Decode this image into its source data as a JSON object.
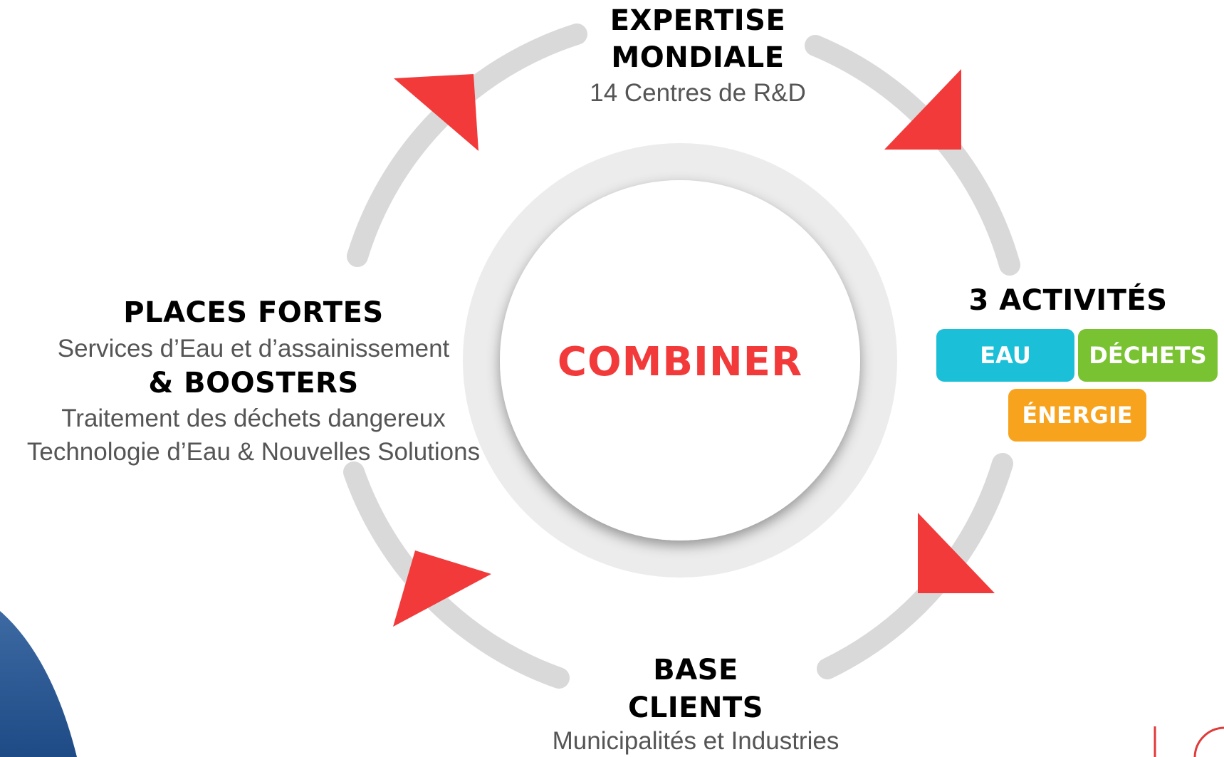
{
  "center": {
    "label": "COMBINER"
  },
  "nodes": {
    "top": {
      "title_line1": "EXPERTISE",
      "title_line2": "MONDIALE",
      "subtitle": "14 Centres de R&D"
    },
    "right": {
      "title": "3 ACTIVITÉS",
      "chips": [
        {
          "label": "EAU",
          "color": "#1cbfd8"
        },
        {
          "label": "DÉCHETS",
          "color": "#79c231"
        },
        {
          "label": "ÉNERGIE",
          "color": "#f8a31e"
        }
      ]
    },
    "bottom": {
      "title_line1": "BASE",
      "title_line2": "CLIENTS",
      "subtitle": "Municipalités et Industries"
    },
    "left": {
      "title1": "PLACES FORTES",
      "subtitle1": "Services d’Eau et d’assainissement",
      "title2": "& BOOSTERS",
      "subtitle2_line1": "Traitement des déchets dangereux",
      "subtitle2_line2": "Technologie d’Eau & Nouvelles Solutions"
    }
  },
  "colors": {
    "accent_red": "#f23a3a",
    "ring_gray": "#d9d9d9",
    "inner_ring": "#ececec",
    "corner_blue": "#2a5a95",
    "title_black": "#000000",
    "subtitle_gray": "#555555"
  },
  "icons": {
    "arrow": "red-triangle-arrow",
    "corner": "blue-corner-swoosh",
    "logo_fragment": "red-logo-fragment"
  }
}
